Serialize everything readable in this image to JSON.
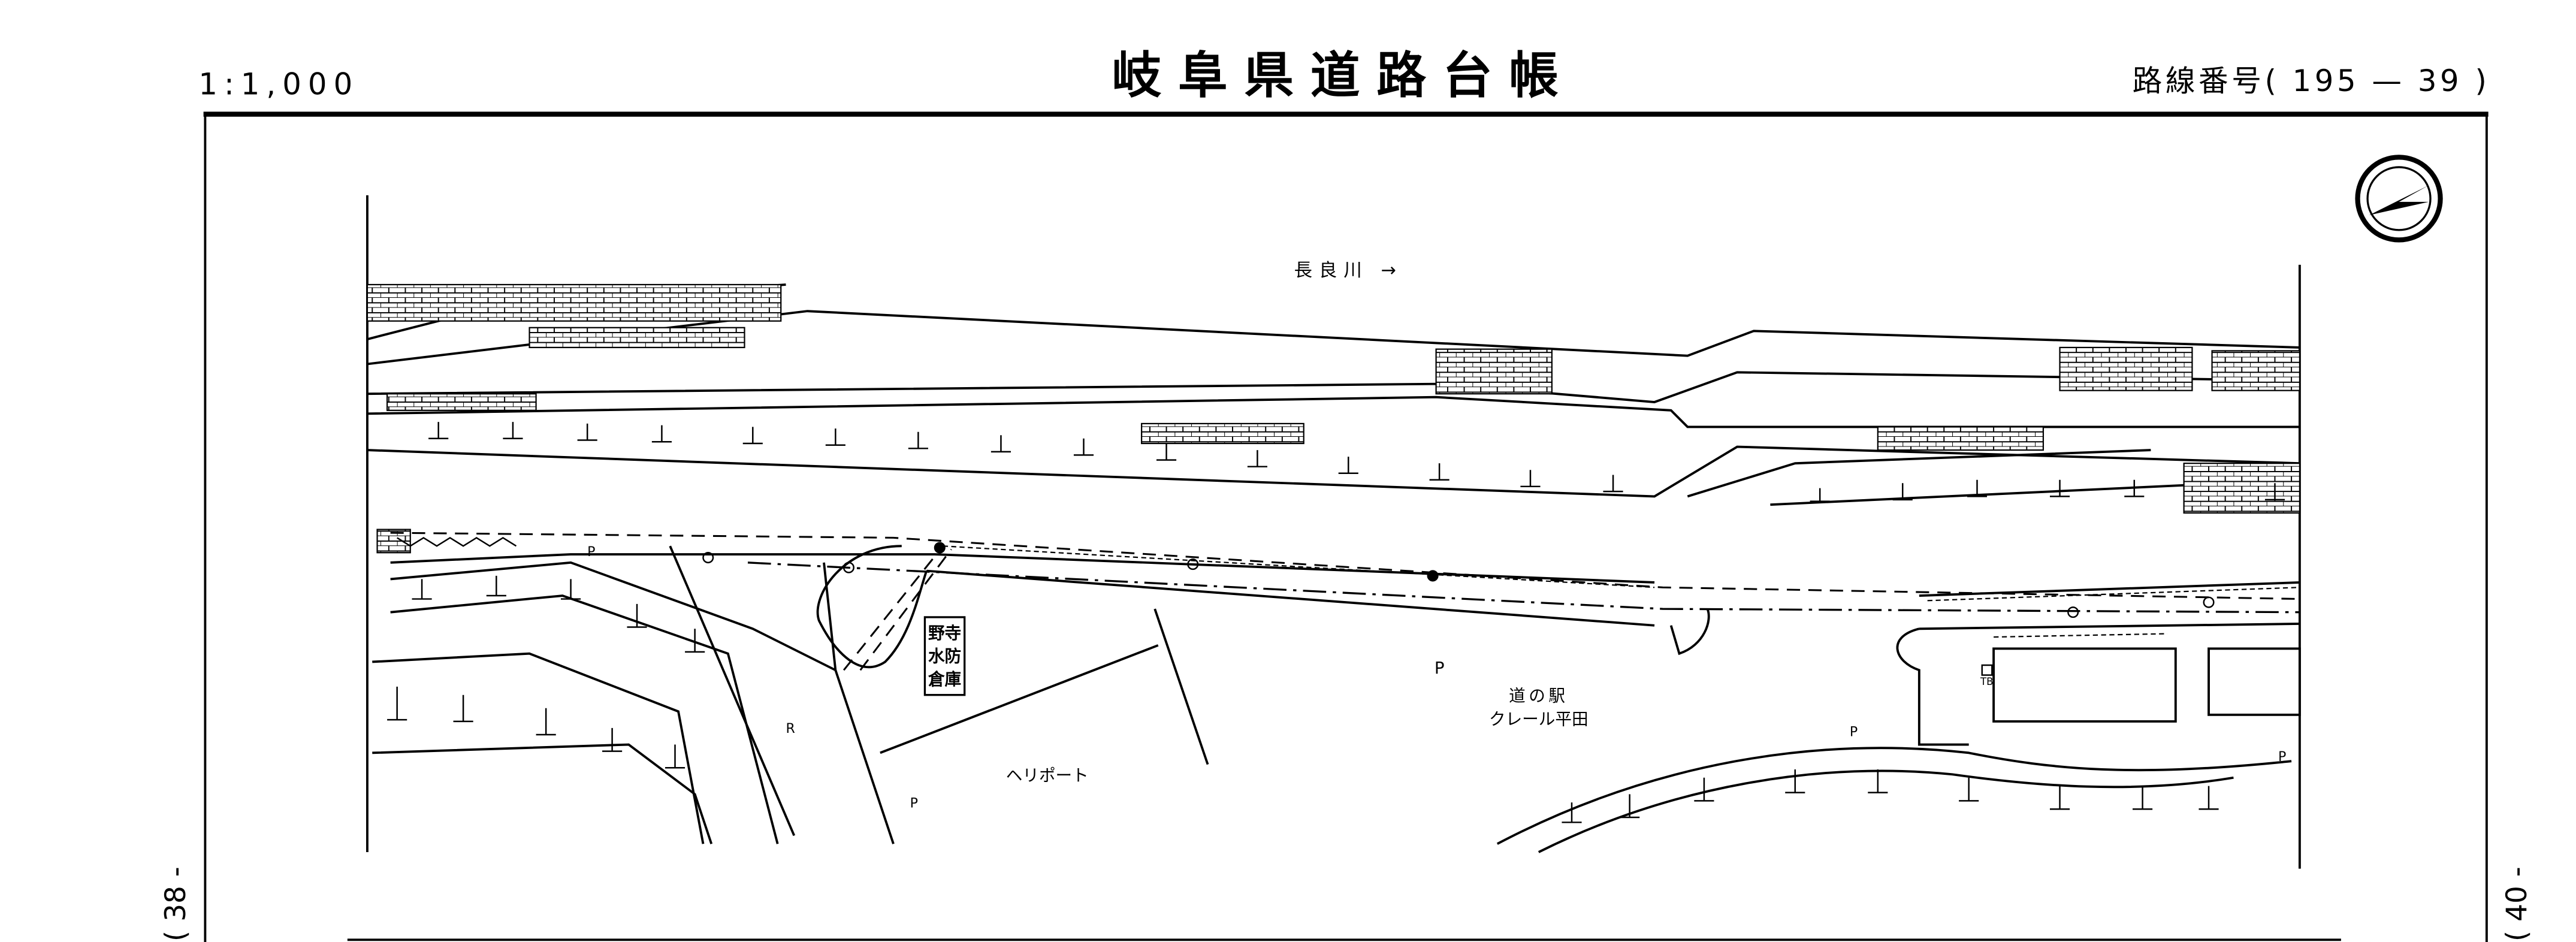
{
  "header": {
    "scale": "1:1,000",
    "title": "岐阜県道路台帳",
    "route_number": "路線番号( 195 — 39 )"
  },
  "side_labels": {
    "left": "( 38 -",
    "right": "( 40 -"
  },
  "map": {
    "river": "長良川 →",
    "warehouse": [
      "野寺",
      "水防",
      "倉庫"
    ],
    "station_name": "道の駅",
    "station_subname": "クレール平田",
    "heliport": "ヘリポート",
    "parking": "P",
    "ramp": "R",
    "tb": "TB"
  },
  "icons": [
    "north-arrow-icon"
  ]
}
